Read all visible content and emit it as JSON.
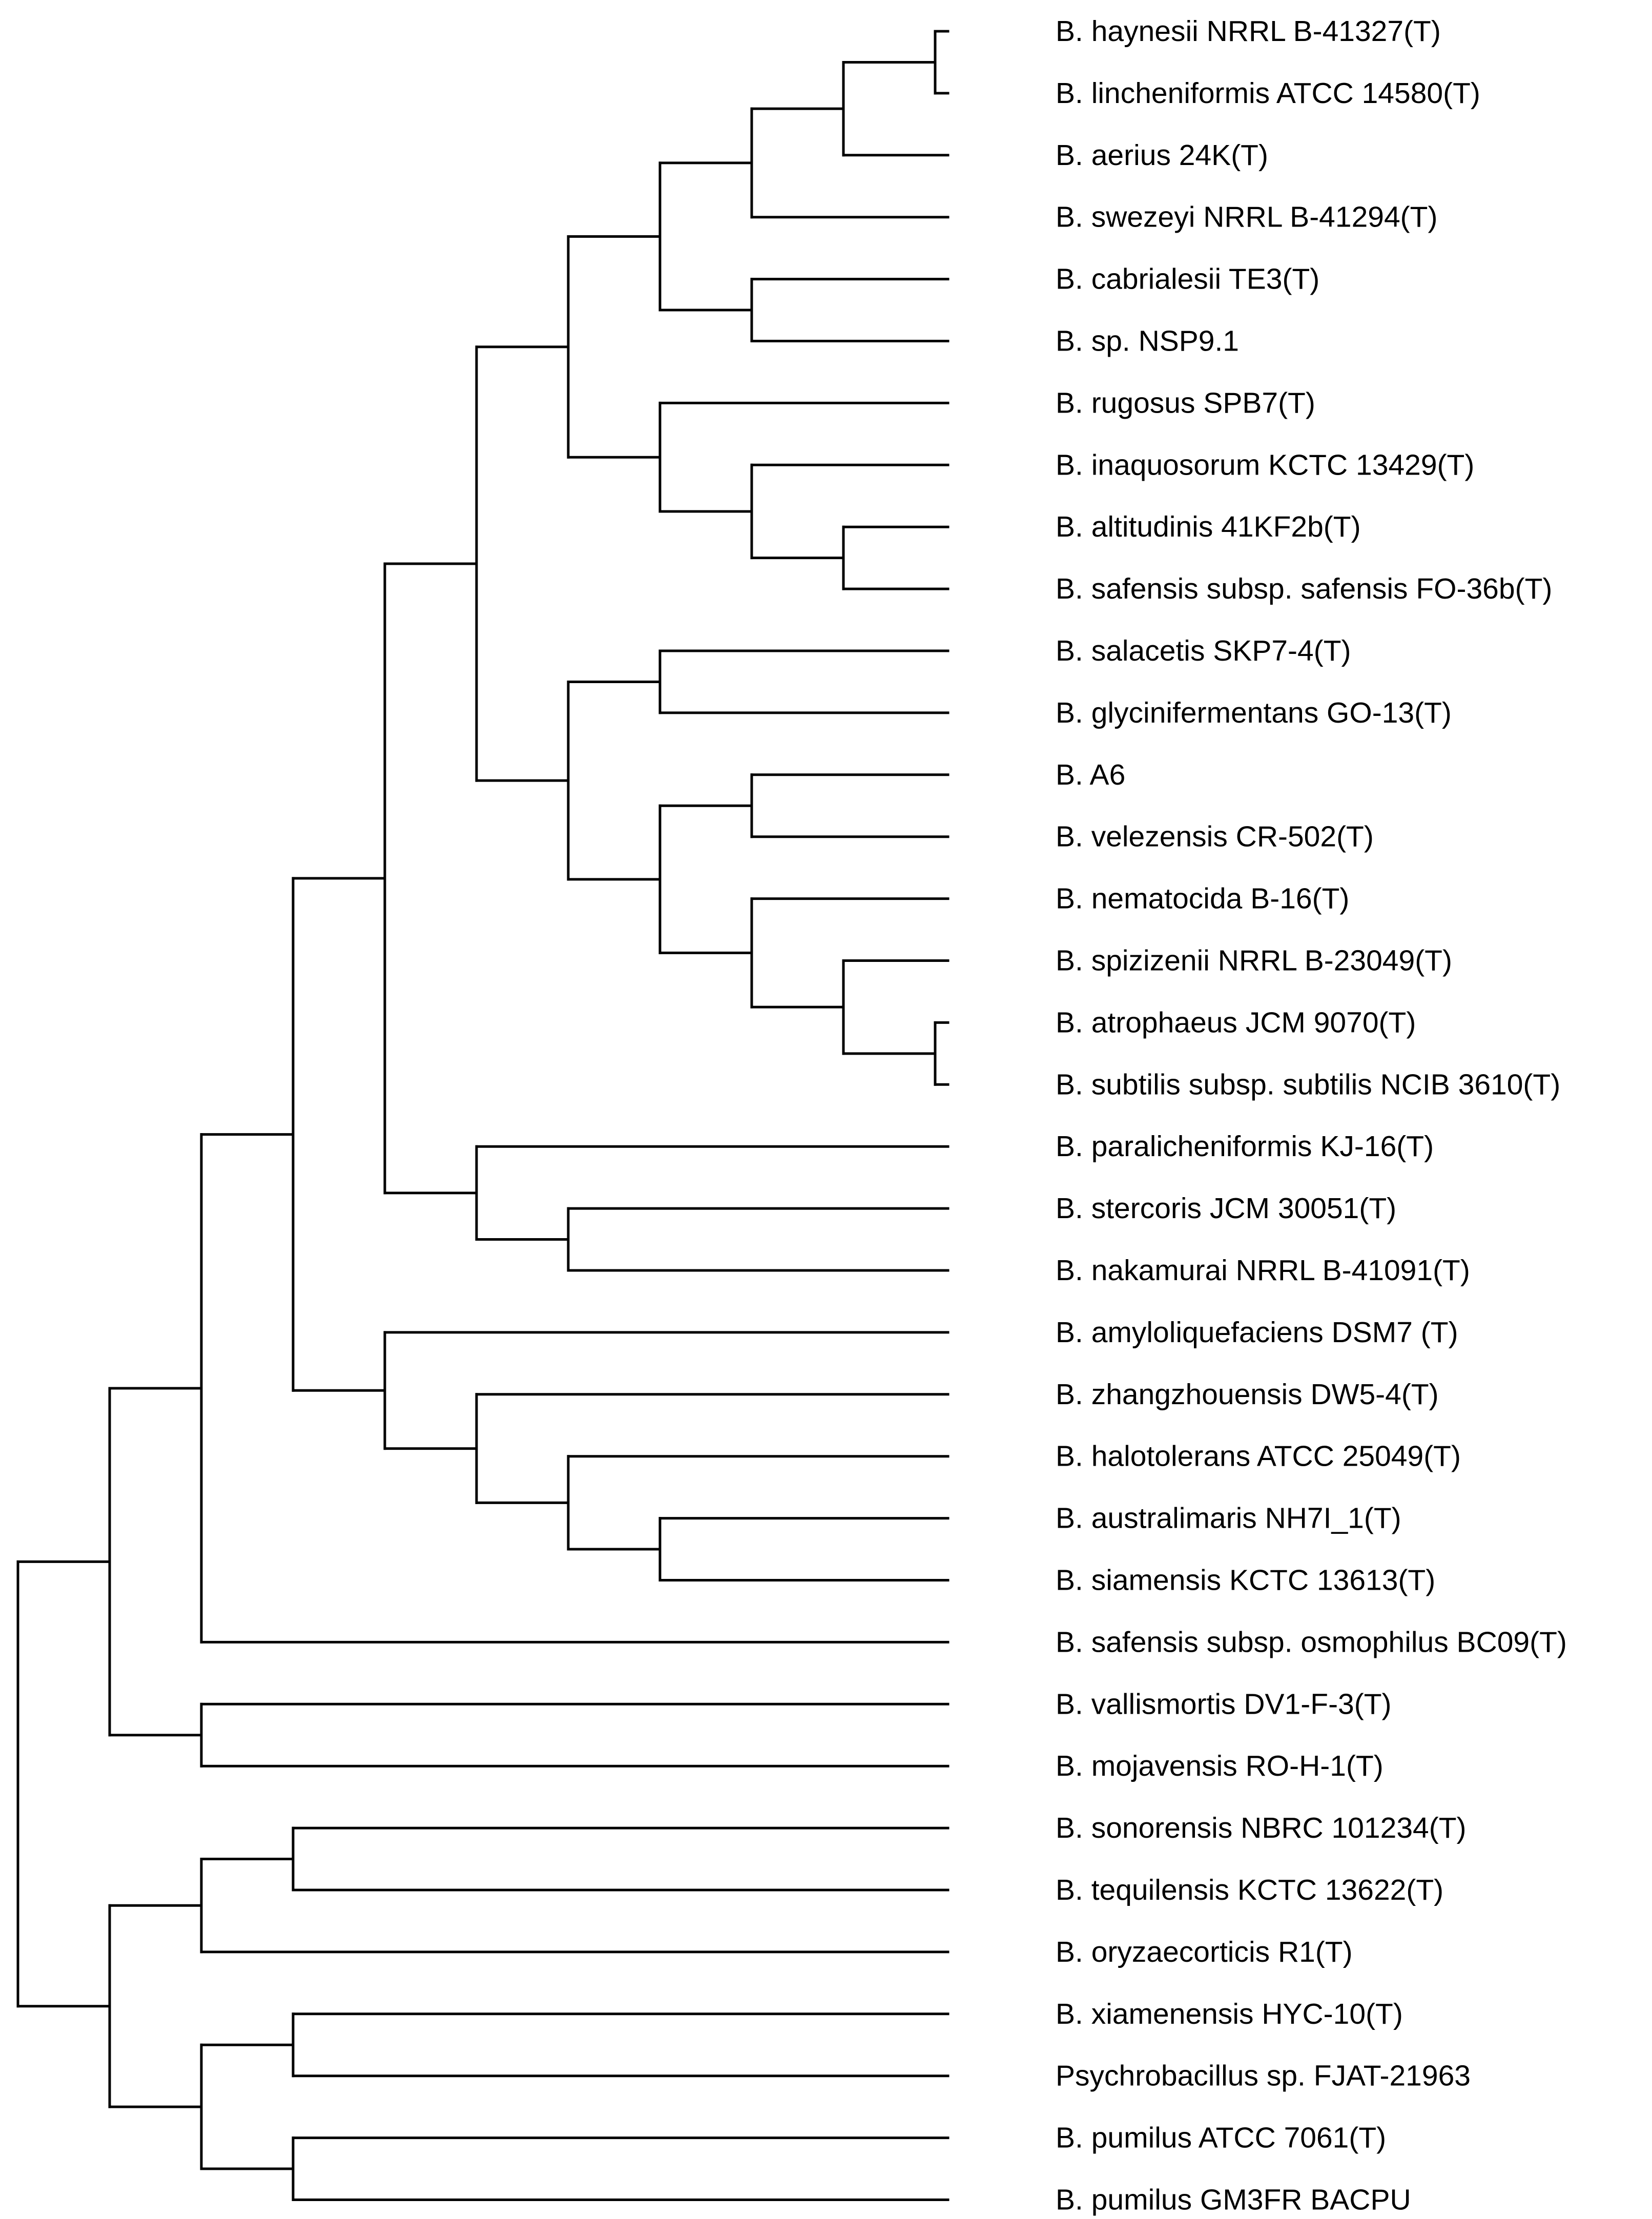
{
  "figure": {
    "type": "dendrogram",
    "orientation": "left-to-right",
    "line_color": "#000000",
    "label_color": "#000000",
    "background": "#ffffff"
  },
  "tree": {
    "children": [
      {
        "children": [
          {
            "children": [
              {
                "children": [
                  {
                    "children": [
                      {
                        "children": [
                          {
                            "children": [
                              {
                                "children": [
                                  {
                                    "children": [
                                      {
                                        "label": "B. haynesii NRRL B-41327(T)"
                                      },
                                      {
                                        "label": "B. lincheniformis ATCC 14580(T)"
                                      }
                                    ]
                                  },
                                  {
                                    "label": "B. aerius 24K(T)"
                                  }
                                ]
                              },
                              {
                                "label": "B. swezeyi NRRL B-41294(T)"
                              }
                            ]
                          },
                          {
                            "children": [
                              {
                                "label": "B. cabrialesii TE3(T)"
                              },
                              {
                                "label": "B. sp. NSP9.1"
                              }
                            ]
                          }
                        ]
                      },
                      {
                        "children": [
                          {
                            "label": "B. rugosus SPB7(T)"
                          },
                          {
                            "children": [
                              {
                                "label": "B. inaquosorum KCTC 13429(T)"
                              },
                              {
                                "children": [
                                  {
                                    "label": "B. altitudinis 41KF2b(T)"
                                  },
                                  {
                                    "label": "B. safensis subsp. safensis FO-36b(T)"
                                  }
                                ]
                              }
                            ]
                          }
                        ]
                      }
                    ]
                  },
                  {
                    "children": [
                      {
                        "children": [
                          {
                            "label": "B. salacetis SKP7-4(T)"
                          },
                          {
                            "label": "B. glycinifermentans GO-13(T)"
                          }
                        ]
                      },
                      {
                        "children": [
                          {
                            "children": [
                              {
                                "label": "B. A6"
                              },
                              {
                                "label": "B. velezensis CR-502(T)"
                              }
                            ]
                          },
                          {
                            "children": [
                              {
                                "label": "B. nematocida B-16(T)"
                              },
                              {
                                "children": [
                                  {
                                    "label": "B. spizizenii NRRL B-23049(T)"
                                  },
                                  {
                                    "children": [
                                      {
                                        "label": "B. atrophaeus JCM 9070(T)"
                                      },
                                      {
                                        "label": "B. subtilis subsp. subtilis NCIB 3610(T)"
                                      }
                                    ]
                                  }
                                ]
                              }
                            ]
                          }
                        ]
                      }
                    ]
                  }
                ]
              },
              {
                "children": [
                  {
                    "label": "B. paralicheniformis KJ-16(T)"
                  },
                  {
                    "children": [
                      {
                        "label": "B. stercoris JCM 30051(T)"
                      },
                      {
                        "label": "B. nakamurai NRRL B-41091(T)"
                      }
                    ]
                  }
                ]
              }
            ]
          },
          {
            "children": [
              {
                "label": "B. amyloliquefaciens DSM7 (T)"
              },
              {
                "children": [
                  {
                    "label": "B. zhangzhouensis DW5-4(T)"
                  },
                  {
                    "children": [
                      {
                        "label": "B. halotolerans ATCC 25049(T)"
                      },
                      {
                        "children": [
                          {
                            "label": "B. australimaris NH7I_1(T)"
                          },
                          {
                            "label": "B. siamensis KCTC 13613(T)"
                          }
                        ]
                      }
                    ]
                  }
                ]
              }
            ]
          }
        ]
      },
      {
        "label": "B. safensis subsp. osmophilus BC09(T)"
      }
    ]
  }
}
